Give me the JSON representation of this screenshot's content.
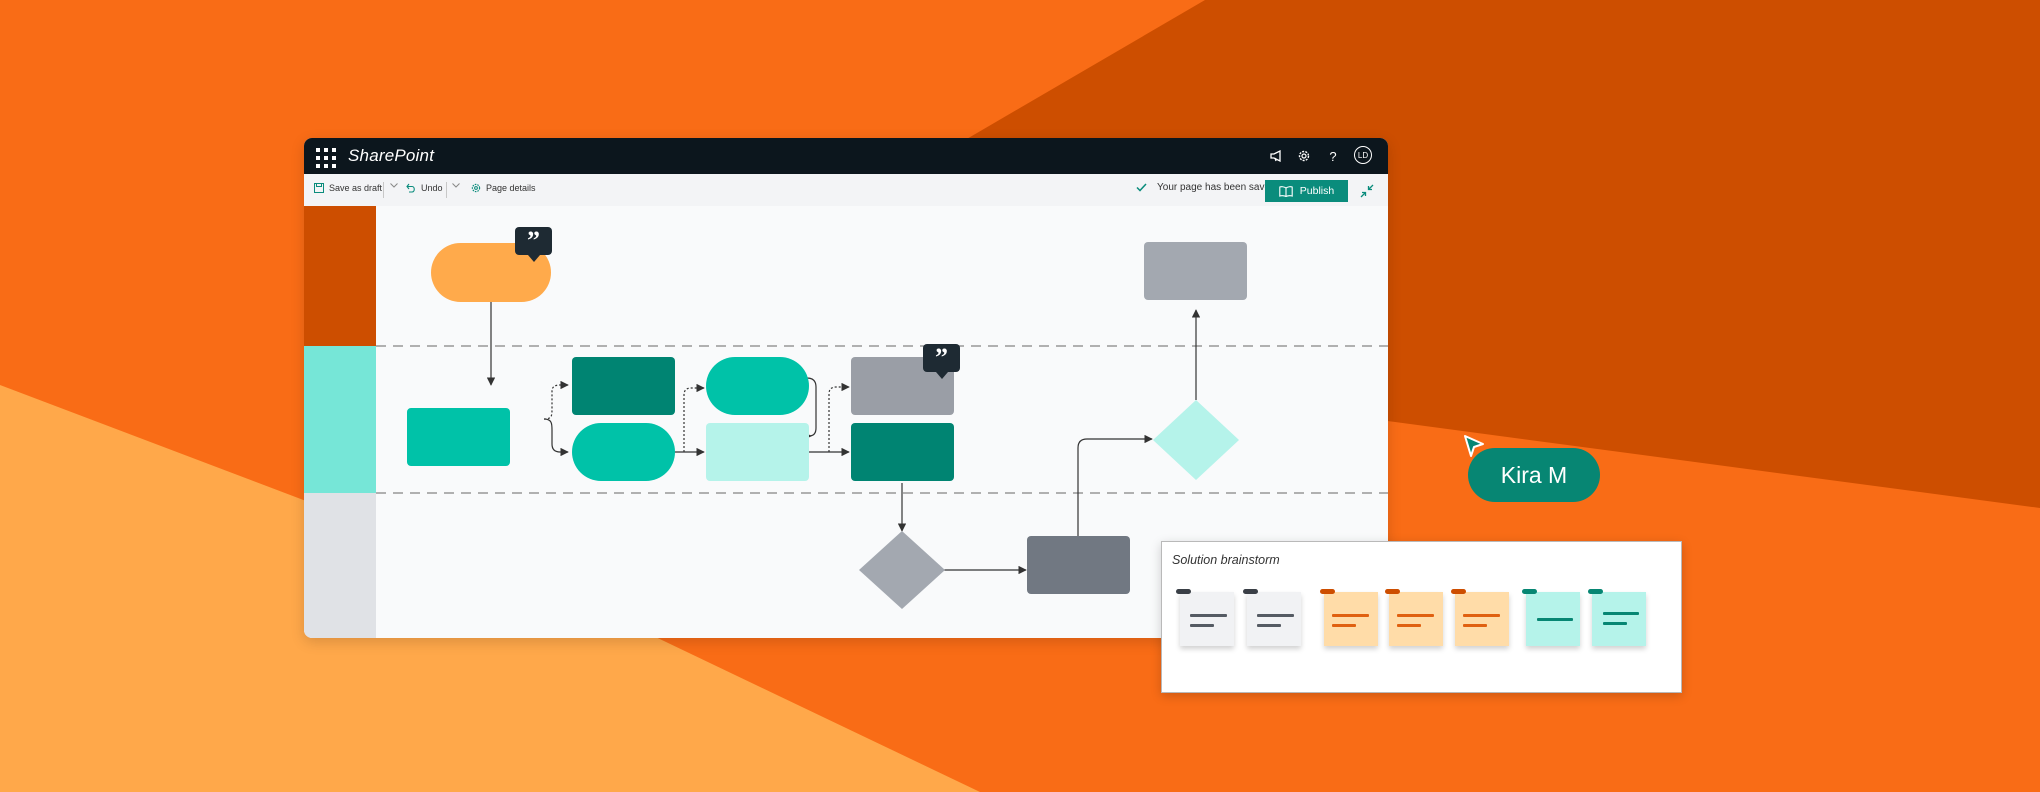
{
  "colors": {
    "bg_orange": "#f96c16",
    "bg_dark_orange": "#cd4e00",
    "bg_light_orange": "#ffa84a",
    "teal": "#00c2a8",
    "dark_teal": "#008472",
    "light_teal": "#b5f3ea",
    "gray": "#a3a8b0",
    "dark_gray": "#717882",
    "amber": "#ffaa4b",
    "accent": "#0a8c7c"
  },
  "app": {
    "title": "SharePoint",
    "avatar_initials": "LD"
  },
  "toolbar": {
    "save_label": "Save as draft",
    "undo_label": "Undo",
    "page_details_label": "Page details",
    "status_text": "Your page has been saved",
    "publish_label": "Publish"
  },
  "icons": {
    "waffle": "app-launcher-icon",
    "megaphone": "megaphone-icon",
    "settings": "gear-icon",
    "help": "help-icon",
    "save": "save-icon",
    "undo": "undo-icon",
    "details": "gear-icon",
    "check": "check-icon",
    "publish": "book-icon",
    "collapse": "collapse-icon",
    "comment": "comment-quote-icon",
    "cursor": "cursor-pointer-icon"
  },
  "collaborator": {
    "name": "Kira M"
  },
  "brainstorm": {
    "title": "Solution brainstorm"
  }
}
